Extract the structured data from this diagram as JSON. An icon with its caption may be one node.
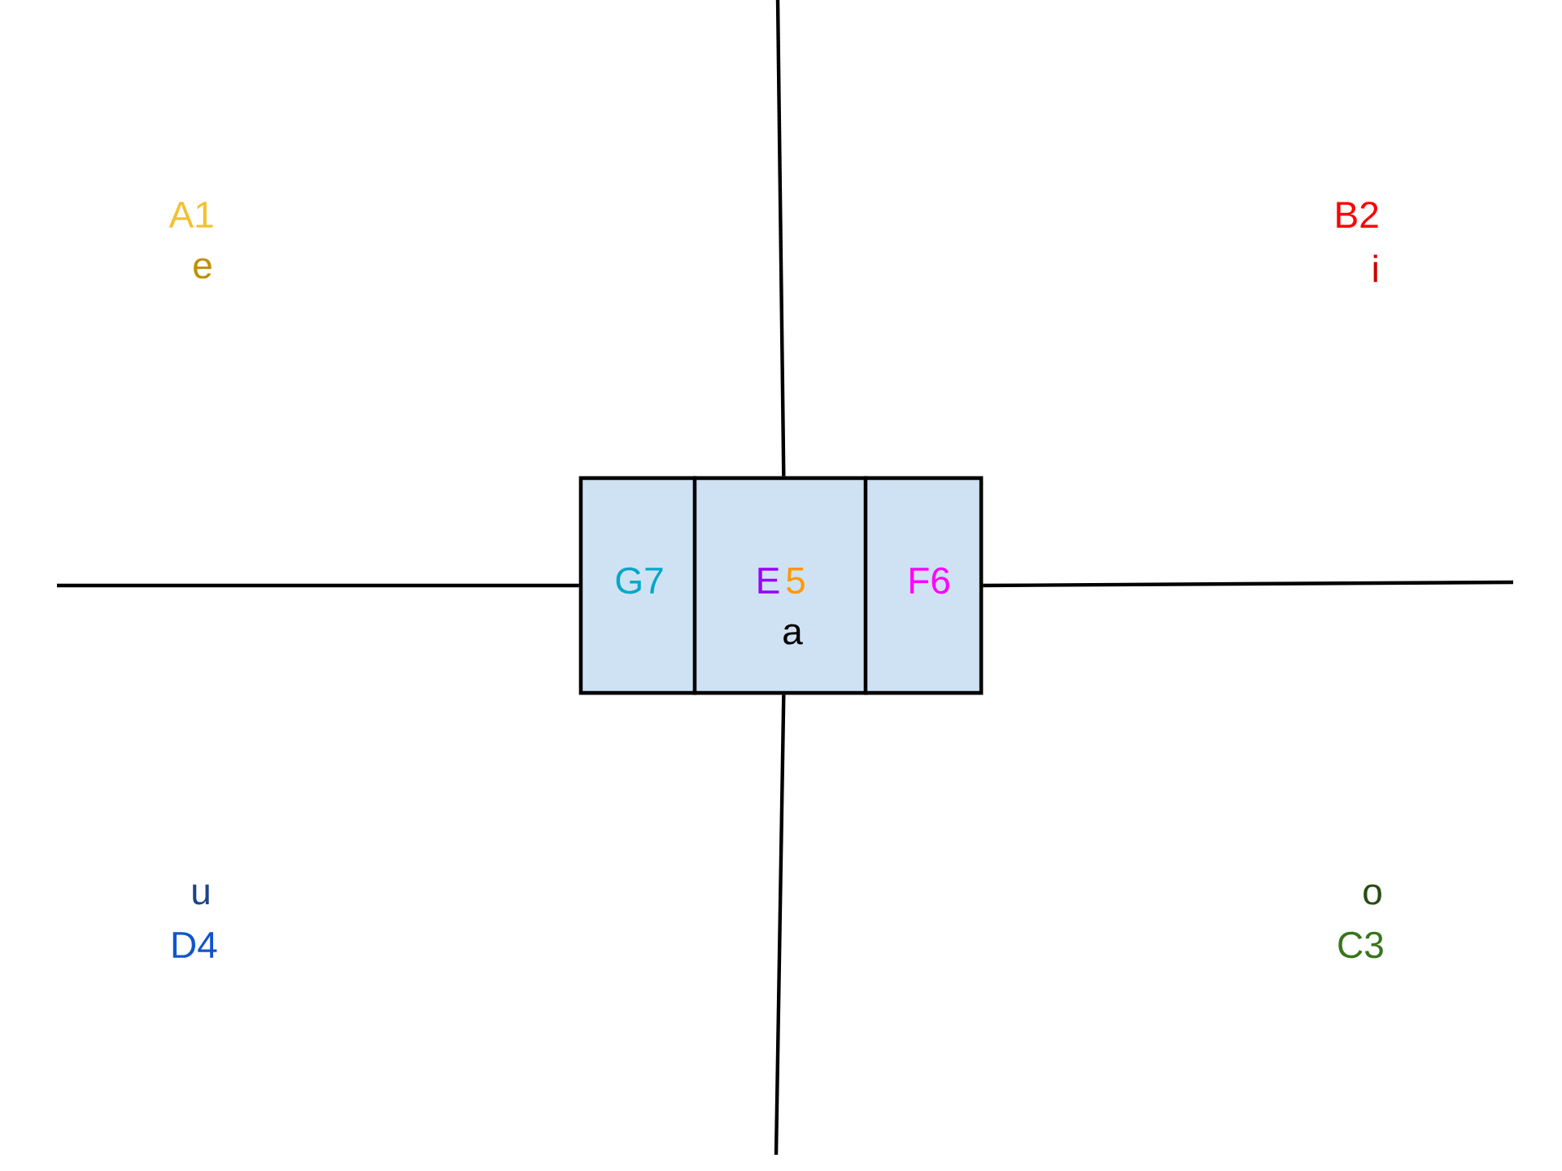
{
  "diagram": {
    "nodes": [
      {
        "text": [],
        "shape": "box"
      },
      {
        "text": [
          "G7"
        ],
        "in": 0
      },
      {
        "text": [
          "E",
          "5",
          "a"
        ],
        "in": 0
      },
      {
        "text": [
          "F6"
        ],
        "in": 0
      }
    ],
    "edges": [
      {
        "from": null,
        "to": 2,
        "arrow": "none"
      },
      {
        "from": null,
        "to": 1,
        "arrow": "none"
      },
      {
        "from": null,
        "to": 3,
        "arrow": "none"
      },
      {
        "from": null,
        "to": 2,
        "arrow": "none"
      }
    ],
    "labels": [
      "A1",
      "e",
      "B2",
      "i",
      "u",
      "D4",
      "o",
      "C3"
    ]
  }
}
